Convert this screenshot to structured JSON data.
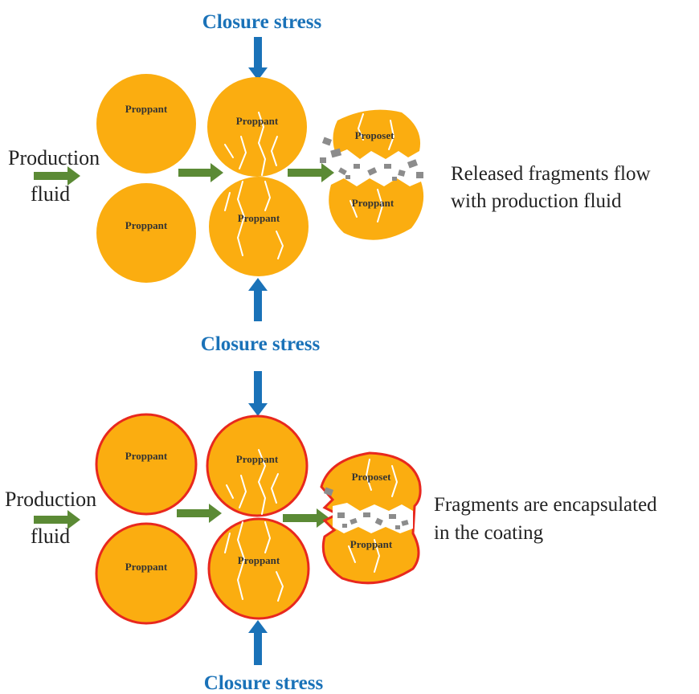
{
  "colors": {
    "proppant": "#fbad10",
    "coating": "#e8281e",
    "stress_arrow": "#1a72b8",
    "flow_arrow": "#5b8a35",
    "fragment": "#8c8c8c"
  },
  "top": {
    "stress_top_label": "Closure stress",
    "stress_bottom_label": "Closure stress",
    "fluid_label_line1": "Production",
    "fluid_label_line2": "fluid",
    "description_line1": "Released fragments flow",
    "description_line2": "with production fluid",
    "proppants": [
      "Proppant",
      "Proppant",
      "Proppant",
      "Proppant",
      "Proposet",
      "Proppant"
    ]
  },
  "bottom": {
    "stress_top_label": "Closure stress",
    "stress_bottom_label": "Closure stress",
    "fluid_label_line1": "Production",
    "fluid_label_line2": "fluid",
    "description_line1": "Fragments are encapsulated",
    "description_line2": "in the coating",
    "proppants": [
      "Proppant",
      "Proppant",
      "Proppant",
      "Proppant",
      "Proposet",
      "Proppant"
    ]
  }
}
